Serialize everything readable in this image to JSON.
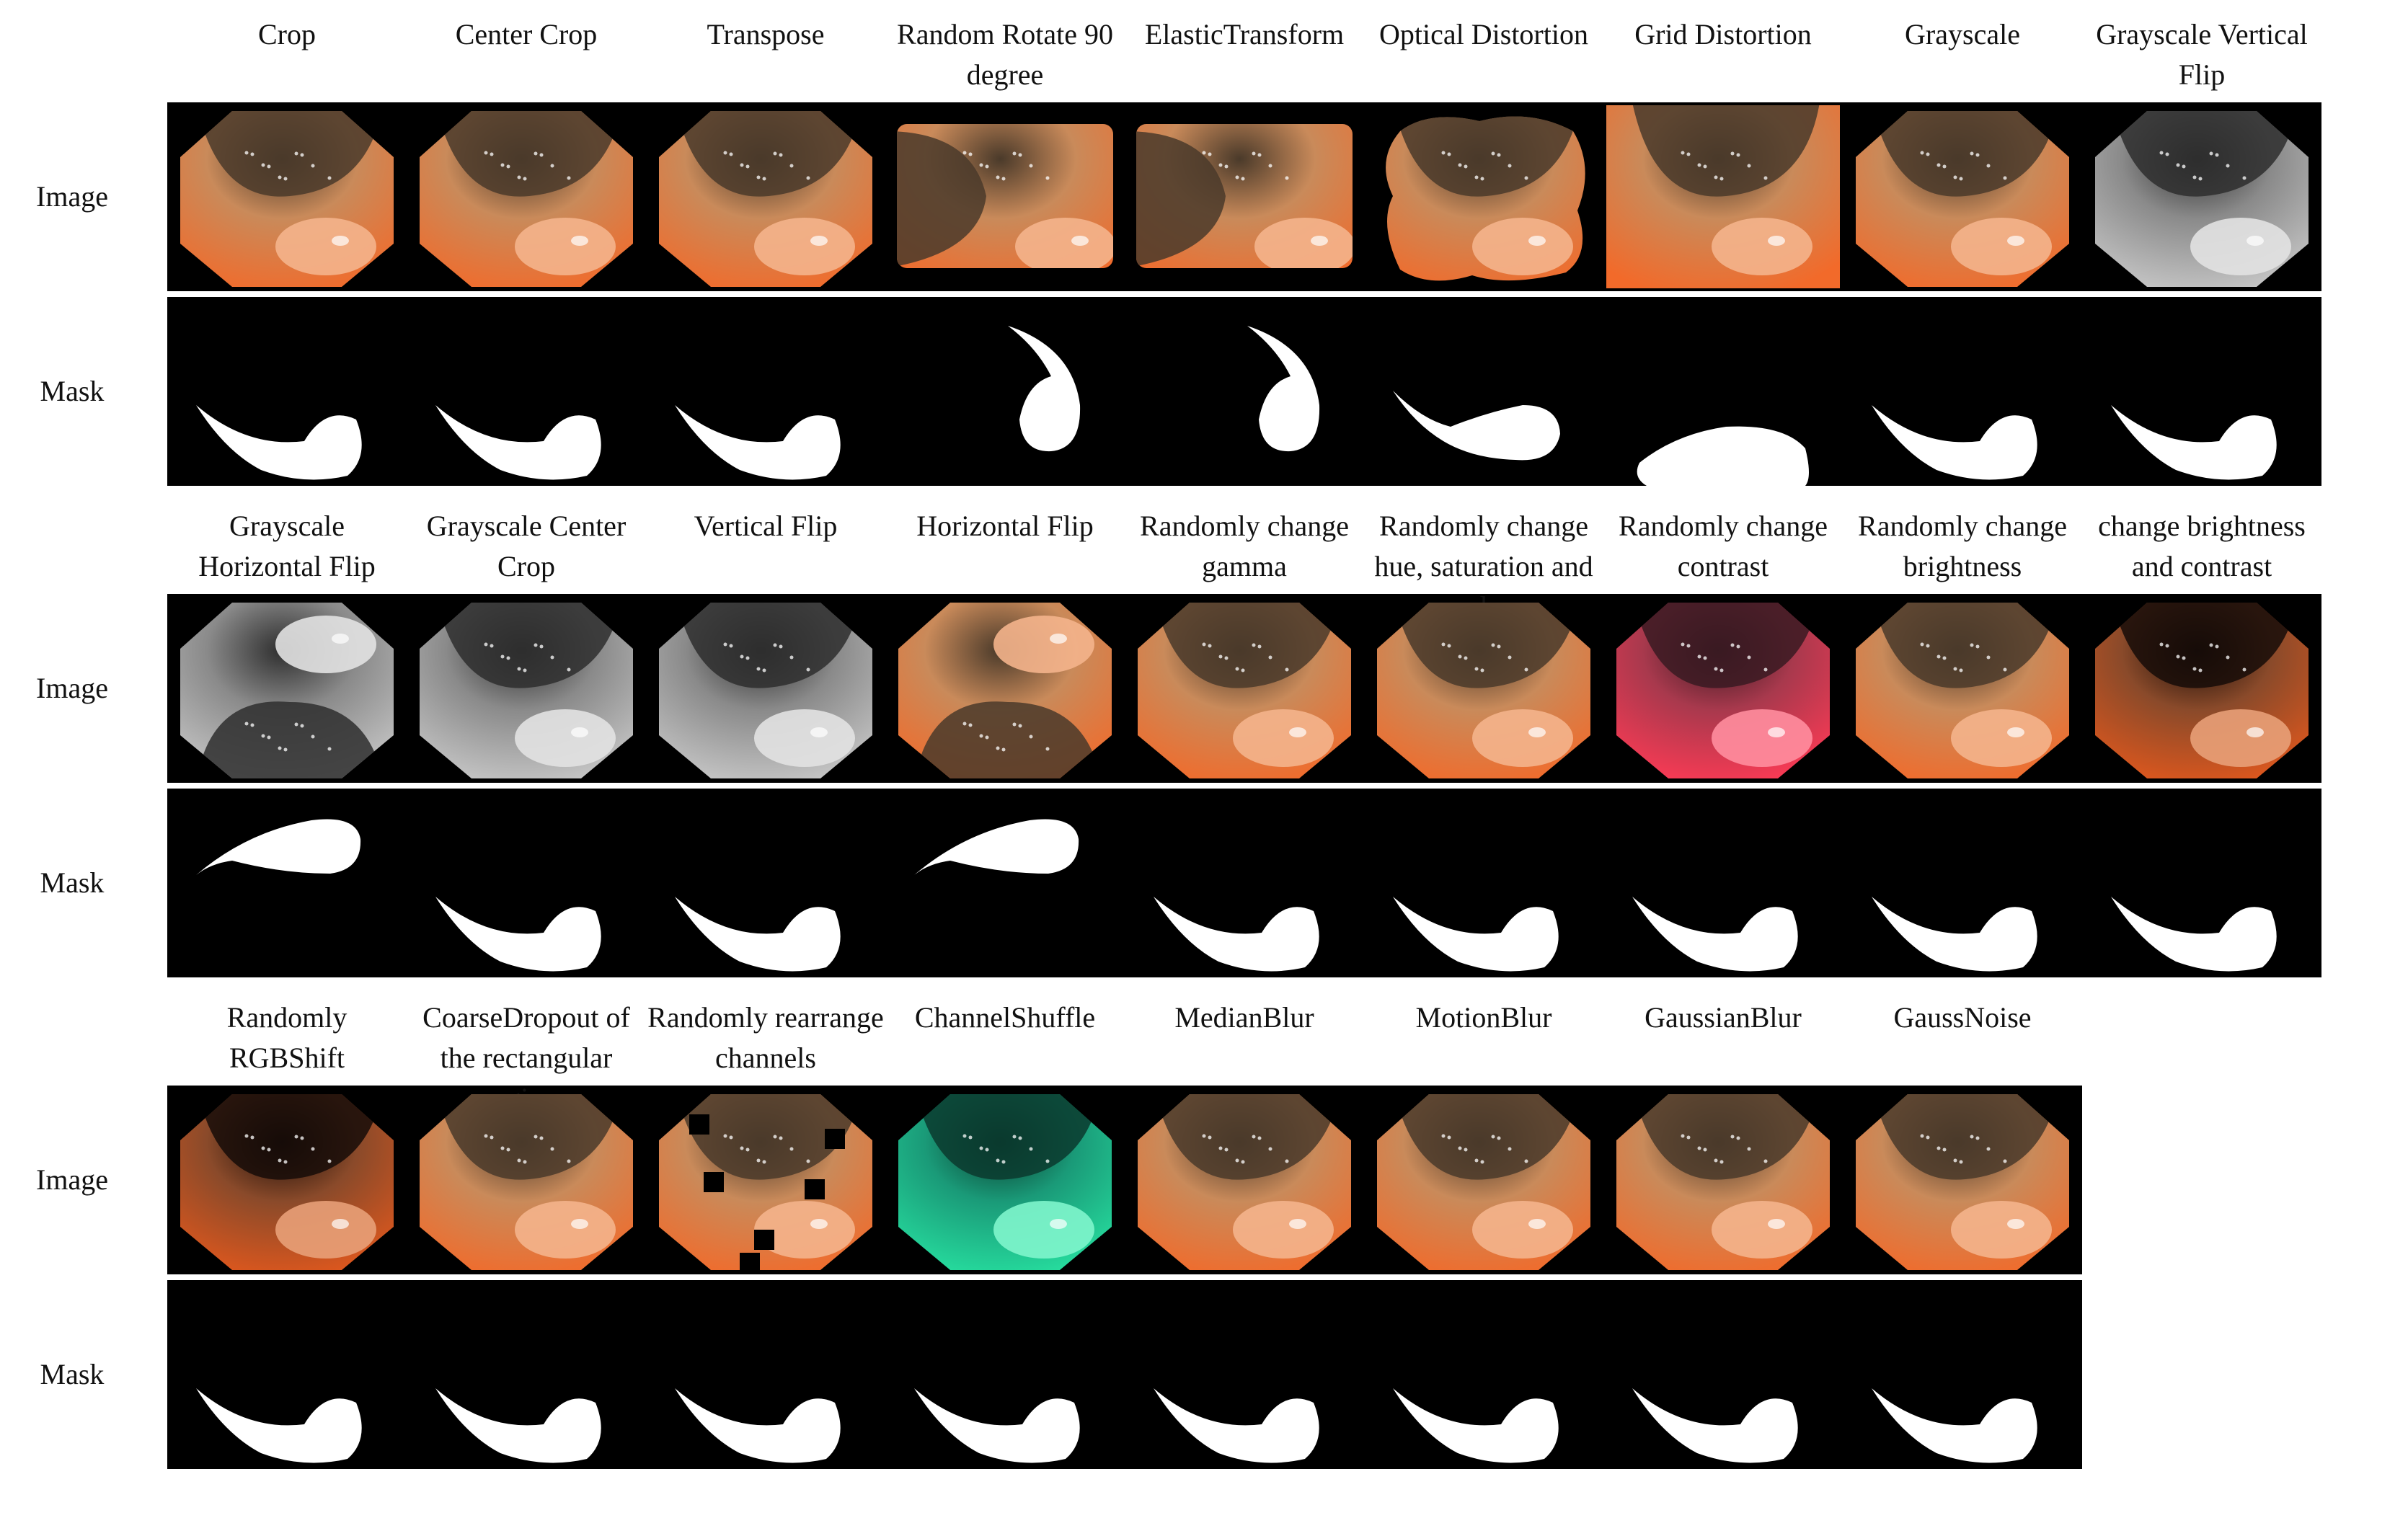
{
  "figure": {
    "row_labels": {
      "image": "Image",
      "mask": "Mask"
    },
    "bands": [
      {
        "columns": [
          {
            "title": "Crop",
            "tone": "orange",
            "view": "normal"
          },
          {
            "title": "Center Crop",
            "tone": "orange",
            "view": "normal"
          },
          {
            "title": "Transpose",
            "tone": "orange",
            "view": "normal"
          },
          {
            "title": "Random Rotate 90 degree",
            "tone": "orange",
            "view": "rotate"
          },
          {
            "title": "ElasticTransform",
            "tone": "orange",
            "view": "rotate"
          },
          {
            "title": "Optical Distortion",
            "tone": "orange",
            "view": "warped"
          },
          {
            "title": "Grid Distortion",
            "tone": "orange",
            "view": "grid"
          },
          {
            "title": "Grayscale",
            "tone": "orange",
            "view": "normal"
          },
          {
            "title": "Grayscale Vertical Flip",
            "tone": "gray",
            "view": "normal"
          }
        ]
      },
      {
        "columns": [
          {
            "title": "Grayscale Horizontal Flip",
            "tone": "gray",
            "view": "vflip"
          },
          {
            "title": "Grayscale Center Crop",
            "tone": "gray",
            "view": "normal"
          },
          {
            "title": "Vertical Flip",
            "tone": "gray",
            "view": "normal"
          },
          {
            "title": "Horizontal Flip",
            "tone": "orange",
            "view": "vflip"
          },
          {
            "title": "Randomly change gamma",
            "tone": "orange",
            "view": "normal"
          },
          {
            "title": "Randomly change hue, saturation and value",
            "tone": "orange",
            "view": "normal"
          },
          {
            "title": "Randomly change contrast",
            "tone": "magenta",
            "view": "normal"
          },
          {
            "title": "Randomly change brightness",
            "tone": "orange",
            "view": "normal"
          },
          {
            "title": "change brightness and contrast",
            "tone": "dark",
            "view": "normal"
          }
        ]
      },
      {
        "columns": [
          {
            "title": "Randomly RGBShift",
            "tone": "dark",
            "view": "normal"
          },
          {
            "title": "CoarseDropout of the rectangular regions",
            "tone": "orange",
            "view": "normal"
          },
          {
            "title": "Randomly rearrange channels",
            "tone": "orange",
            "view": "dropout"
          },
          {
            "title": "ChannelShuffle",
            "tone": "green",
            "view": "normal"
          },
          {
            "title": "MedianBlur",
            "tone": "orange",
            "view": "normal"
          },
          {
            "title": "MotionBlur",
            "tone": "orange",
            "view": "normal"
          },
          {
            "title": "GaussianBlur",
            "tone": "orange",
            "view": "normal"
          },
          {
            "title": "GaussNoise",
            "tone": "orange",
            "view": "normal"
          }
        ]
      }
    ],
    "tones": {
      "orange": {
        "outer": "#f26a2a",
        "mid": "#c98a5a",
        "inner": "#4a3a2a",
        "polyp": "#f4b48c"
      },
      "gray": {
        "outer": "#c9c9c9",
        "mid": "#8a8a8a",
        "inner": "#2e2e2e",
        "polyp": "#e2e2e2"
      },
      "magenta": {
        "outer": "#ff3a55",
        "mid": "#a8394d",
        "inner": "#3a1a22",
        "polyp": "#ff8e9e"
      },
      "green": {
        "outer": "#27e0a0",
        "mid": "#1a9a78",
        "inner": "#0a3a2e",
        "polyp": "#7ff5cc"
      },
      "dark": {
        "outer": "#e2581d",
        "mid": "#8a4a2a",
        "inner": "#160c08",
        "polyp": "#e8a078"
      }
    }
  }
}
